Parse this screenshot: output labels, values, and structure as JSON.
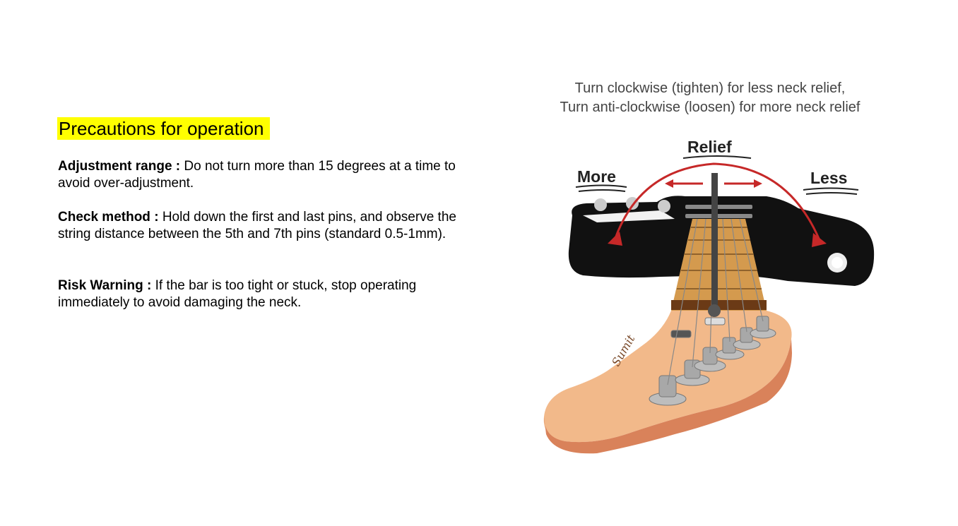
{
  "section": {
    "title": "Precautions for operation",
    "items": [
      {
        "label": "Adjustment range",
        "sep": " : ",
        "text": "Do not turn more than 15 degrees at a time to avoid over-adjustment."
      },
      {
        "label": "Check method",
        "sep": " : ",
        "text": "Hold down the first and last pins, and observe the string distance between the 5th and 7th pins (standard 0.5-1mm)."
      },
      {
        "label": "Risk Warning",
        "sep": " : ",
        "text": "If the bar is too tight or stuck, stop operating immediately to avoid damaging the neck."
      }
    ]
  },
  "figure": {
    "caption_line1": "Turn clockwise (tighten) for less neck relief,",
    "caption_line2": "Turn anti-clockwise (loosen) for more neck relief",
    "label_relief": "Relief",
    "label_more": "More",
    "label_less": "Less",
    "colors": {
      "arrow": "#c62828",
      "highlight": "#ffff00",
      "headstock": "#f2b98a",
      "headstock_side": "#d9825a",
      "body": "#111111"
    }
  }
}
